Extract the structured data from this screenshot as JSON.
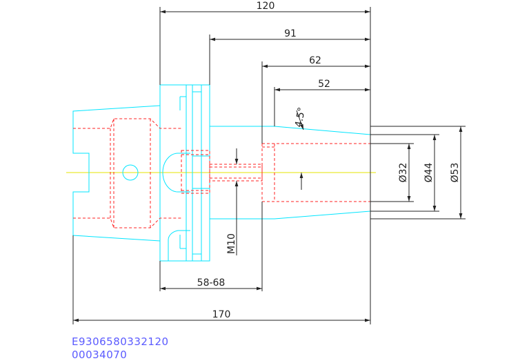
{
  "drawing": {
    "dimensions": {
      "overall_length": "170",
      "length_120": "120",
      "length_91": "91",
      "length_62": "62",
      "length_52": "52",
      "taper_angle": "4.5°",
      "dia_32": "Ø32",
      "dia_44": "Ø44",
      "dia_53": "Ø53",
      "thread": "M10",
      "adjust_range": "58-68"
    },
    "part_code": "E9306580332120",
    "serial_code": "00034070"
  },
  "colors": {
    "outline": "#00e5ff",
    "hidden": "#ff2020",
    "centerline": "#e6e600",
    "dimension": "#222222",
    "code_text": "#5a5aff"
  }
}
